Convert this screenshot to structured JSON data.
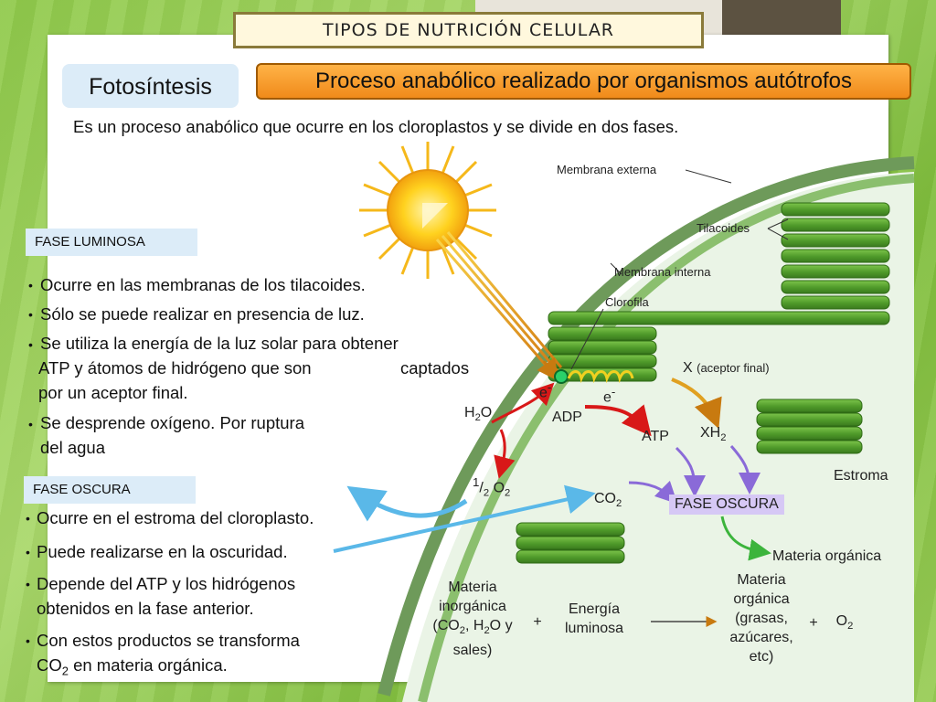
{
  "header": {
    "title": "TIPOS DE NUTRICIÓN CELULAR"
  },
  "topic": {
    "label": "Fotosíntesis"
  },
  "subtitle": "Proceso anabólico realizado por organismos autótrofos",
  "intro": "Es un proceso anabólico que ocurre en los cloroplastos y se divide en dos fases.",
  "phase_light": {
    "label": "FASE LUMINOSA",
    "bullets": [
      "Ocurre en las membranas de los tilacoides.",
      "Sólo se puede realizar en presencia de luz."
    ],
    "bullet3": [
      "Se utiliza la energía de la luz solar para obtener",
      "ATP y átomos de hidrógeno que son",
      "captados",
      "por un aceptor final."
    ],
    "bullet4": [
      "Se desprende oxígeno. Por ruptura",
      "del agua"
    ]
  },
  "phase_dark": {
    "label": "FASE OSCURA",
    "bullets": [
      "Ocurre en el estroma del cloroplasto.",
      "Puede realizarse en la oscuridad."
    ],
    "bullet3": [
      "Depende del ATP y los hidrógenos",
      "obtenidos en la fase anterior."
    ],
    "bullet4": [
      "Con estos productos se transforma",
      "en materia orgánica."
    ]
  },
  "diagram": {
    "membrana_externa": "Membrana externa",
    "tilacoides": "Tilacoides",
    "membrana_interna": "Membrana interna",
    "clorofila": "Clorofila",
    "aceptor": "X",
    "aceptor_note": "(aceptor final)",
    "electron": "e",
    "water_h": "H",
    "water_o": "O",
    "adp": "ADP",
    "atp": "ATP",
    "xh": "XH",
    "half_num": "1",
    "half_den": "2",
    "oxygen": "O",
    "co": "CO",
    "estroma": "Estroma",
    "fase_oscura": "FASE OSCURA",
    "materia_organica": "Materia orgánica"
  },
  "equation": {
    "reactant1": [
      "Materia",
      "inorgánica"
    ],
    "reactant1_detail": [
      "(CO",
      ", H",
      "O y",
      "sales)"
    ],
    "plus": "+",
    "reactant2": [
      "Energía",
      "luminosa"
    ],
    "product1": [
      "Materia",
      "orgánica",
      "(grasas,",
      "azúcares,",
      "etc)"
    ],
    "product2": "O"
  },
  "colors": {
    "thylakoid": "#5aa032",
    "sun": "#f7c21a",
    "arrow_red": "#d81818",
    "arrow_purple": "#8a6ad8",
    "arrow_blue": "#5ab8e8",
    "arrow_green": "#3cb43c"
  }
}
